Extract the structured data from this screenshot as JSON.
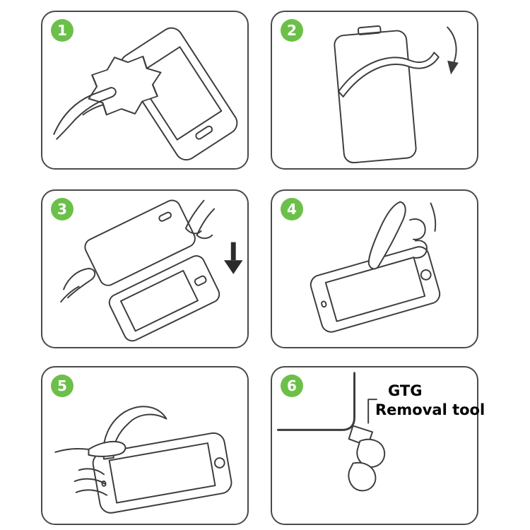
{
  "title": "screen-protector-installation-instructions",
  "colors": {
    "badge_green": "#6cc04a",
    "line_art": "#3c3c3c",
    "panel_border": "#4a4a4a",
    "background": "#ffffff"
  },
  "steps": [
    {
      "number": "1"
    },
    {
      "number": "2"
    },
    {
      "number": "3"
    },
    {
      "number": "4"
    },
    {
      "number": "5"
    },
    {
      "number": "6",
      "label_line1": "GTG",
      "label_line2": "Removal tool"
    }
  ]
}
